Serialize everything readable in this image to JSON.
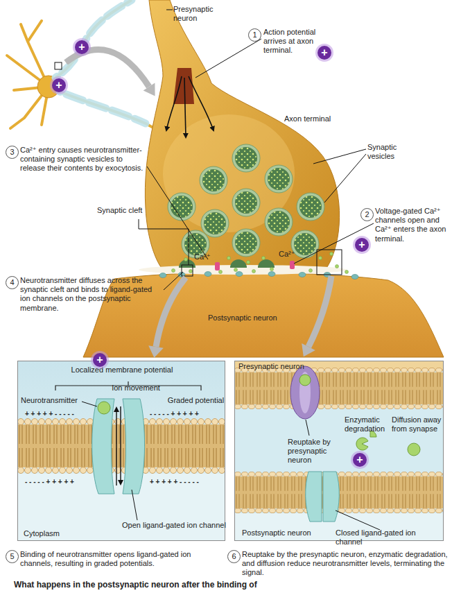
{
  "diagram": {
    "nodes": [
      {
        "text": [
          "Localized membrane potential",
          "Neurotransmitter",
          "Ion movement",
          "Graded potential",
          "+ + + + + - - - - -",
          "- - - - - + + + + +",
          "- - - - - + + + + +",
          "+ + + + + - - - - -",
          "Open ligand-gated ion channel",
          "Cytoplasm"
        ]
      },
      {
        "text": [
          "Presynaptic neuron",
          "Reuptake by presynaptic neuron",
          "Enzymatic degradation",
          "Diffusion away from synapse",
          "+",
          "Postsynaptic neuron",
          "Closed ligand-gated ion channel"
        ]
      }
    ],
    "labels": [
      "Presynaptic neuron",
      "+",
      "+",
      "1",
      "Action potential arrives at axon terminal.",
      "+",
      "Axon terminal",
      "Synaptic vesicles",
      "3",
      "Ca²⁺ entry causes neurotransmitter-containing synaptic vesicles to release their contents by exocytosis.",
      "Synaptic cleft",
      "2",
      "Voltage-gated Ca²⁺ channels open and Ca²⁺ enters the axon terminal.",
      "+",
      "Ca²⁺",
      "Ca²⁺",
      "4",
      "Neurotransmitter diffuses across the synaptic cleft and binds to ligand-gated ion channels on the postsynaptic membrane.",
      "Postsynaptic neuron",
      "+",
      "5",
      "Binding of neurotransmitter opens ligand-gated ion channels, resulting in graded potentials.",
      "6",
      "Reuptake by the presynaptic neuron, enzymatic degradation, and diffusion reduce neurotransmitter levels, terminating the signal.",
      "What happens in the postsynaptic neuron after the binding of"
    ]
  }
}
